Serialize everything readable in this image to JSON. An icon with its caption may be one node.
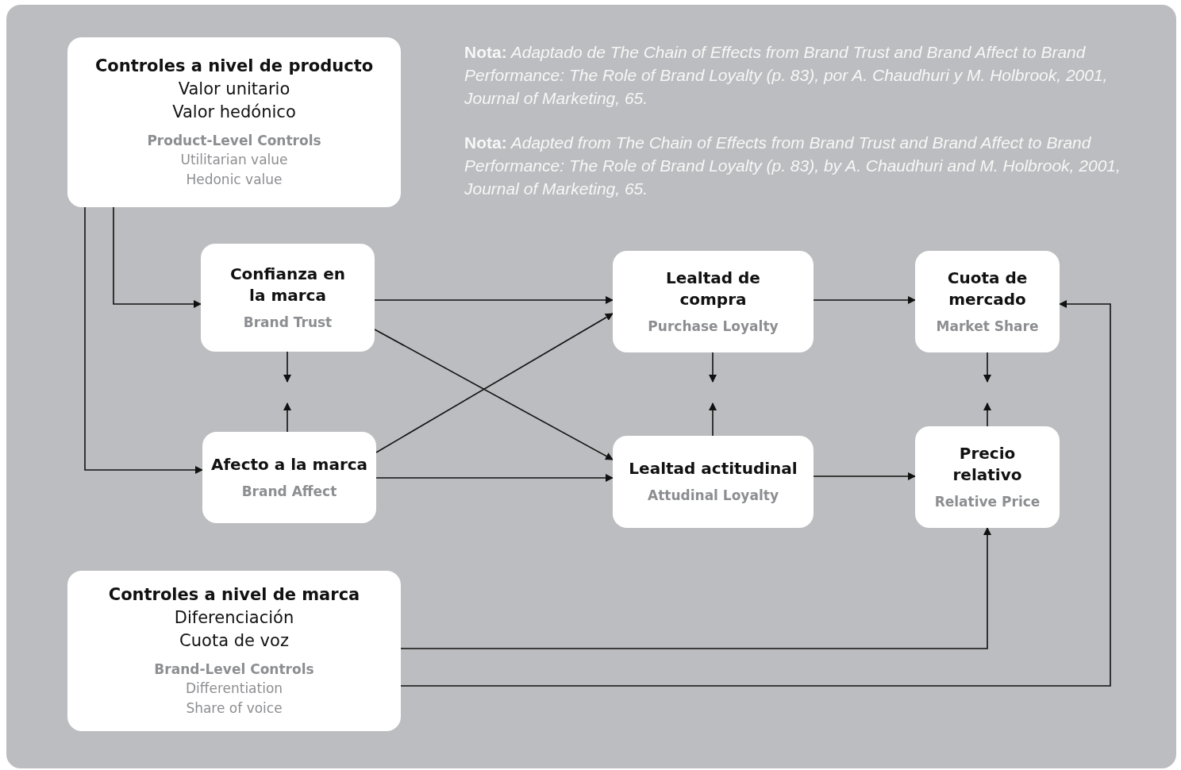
{
  "diagram": {
    "nodes": [
      {
        "text": [
          "Controles a nivel de producto",
          "Valor unitario",
          "Valor hedónico",
          "Product-Level Controls",
          "Utilitarian value",
          "Hedonic value"
        ]
      },
      {
        "text": [
          "Confianza en la marca",
          "Brand Trust"
        ]
      },
      {
        "text": [
          "Afecto a la marca",
          "Brand Affect"
        ]
      },
      {
        "text": [
          "Lealtad de compra",
          "Purchase Loyalty"
        ]
      },
      {
        "text": [
          "Lealtad actitudinal",
          "Attudinal Loyalty"
        ]
      },
      {
        "text": [
          "Cuota de mercado",
          "Market Share"
        ]
      },
      {
        "text": [
          "Precio relativo",
          "Relative Price"
        ]
      },
      {
        "text": [
          "Controles a nivel de marca",
          "Diferenciación",
          "Cuota de voz",
          "Brand-Level Controls",
          "Differentiation",
          "Share of voice"
        ]
      }
    ],
    "edges": [
      {
        "from": 0,
        "to": 1,
        "arrow": "to"
      },
      {
        "from": 0,
        "to": 2,
        "arrow": "to"
      },
      {
        "from": 1,
        "to": null,
        "arrow": "to"
      },
      {
        "from": 2,
        "to": null,
        "arrow": "to"
      },
      {
        "from": 1,
        "to": 3,
        "arrow": "to"
      },
      {
        "from": 1,
        "to": 4,
        "arrow": "to"
      },
      {
        "from": 2,
        "to": 3,
        "arrow": "to"
      },
      {
        "from": 2,
        "to": 4,
        "arrow": "to"
      },
      {
        "from": 3,
        "to": 5,
        "arrow": "to"
      },
      {
        "from": 4,
        "to": 6,
        "arrow": "to"
      },
      {
        "from": 3,
        "to": null,
        "arrow": "to"
      },
      {
        "from": 4,
        "to": null,
        "arrow": "to"
      },
      {
        "from": 5,
        "to": null,
        "arrow": "to"
      },
      {
        "from": 6,
        "to": null,
        "arrow": "to"
      },
      {
        "from": 7,
        "to": 6,
        "arrow": "to"
      },
      {
        "from": 7,
        "to": 5,
        "arrow": "to"
      }
    ],
    "labels": [
      "**Nota:** Adaptado de The Chain of Effects from Brand Trust and Brand Affect to Brand Performance: The Role of Brand Loyalty (p. 83), por A. Chaudhuri y M. Holbrook, 2001, Journal of Marketing, 65.",
      "**Nota:** Adapted from The Chain of Effects from Brand Trust and Brand Affect to Brand Performance: The Role of Brand Loyalty (p. 83), by A. Chaudhuri and M. Holbrook, 2001, Journal of Marketing, 65."
    ]
  }
}
